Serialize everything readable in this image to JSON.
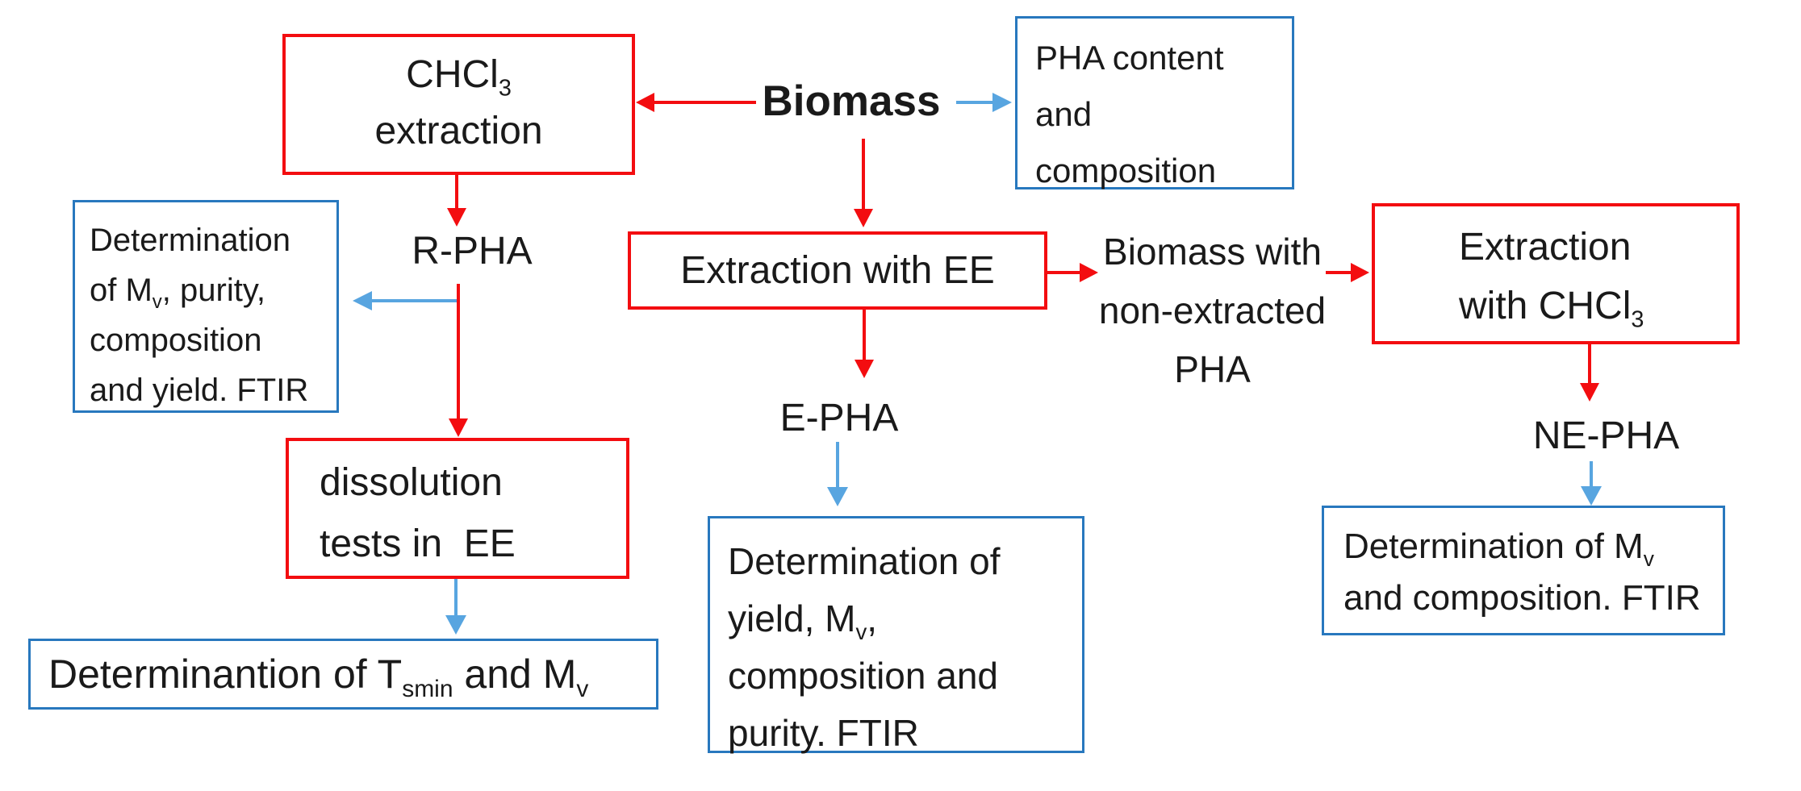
{
  "diagram": {
    "title_hint": "PHA extraction flow diagram",
    "colors": {
      "red": "#f30d10",
      "blue_border": "#2878be",
      "blue_arrow": "#58a5e0",
      "text": "#1a1a1a",
      "background": "#ffffff"
    },
    "labels": {
      "biomass": "Biomass",
      "rpha": "R-PHA",
      "epha": "E-PHA",
      "nepha": "NE-PHA",
      "biomass_ne": {
        "line1": "Biomass with",
        "line2": "non-extracted",
        "line3": "PHA"
      }
    },
    "boxes": {
      "chcl3": {
        "line1": {
          "t": "CHCl",
          "sub": "3"
        },
        "line2": {
          "t": "extraction"
        }
      },
      "pha": {
        "line1": {
          "t": "PHA content"
        },
        "line2": {
          "t": "and"
        },
        "line3": {
          "t": "composition"
        }
      },
      "ee": {
        "line1": {
          "t": "Extraction with EE"
        }
      },
      "det_left": {
        "line1": {
          "t": "Determination"
        },
        "line2": {
          "t": "of M",
          "sub": "v",
          "t2": ", purity,"
        },
        "line3": {
          "t": "composition"
        },
        "line4": {
          "t": "and yield. FTIR"
        }
      },
      "dissolution": {
        "line1": {
          "t": "dissolution"
        },
        "line2": {
          "t": "tests in  EE"
        }
      },
      "det_bottom": {
        "line1": {
          "t": "Determinantion of T",
          "sub": "smin",
          "t2": " and M",
          "sub2": "v"
        }
      },
      "det_center": {
        "line1": {
          "t": "Determination of"
        },
        "line2": {
          "t": "yield, M",
          "sub": "v",
          "t2": ","
        },
        "line3": {
          "t": "composition and"
        },
        "line4": {
          "t": "purity. FTIR"
        }
      },
      "chcl3_ext": {
        "line1": {
          "t": "Extraction"
        },
        "line2": {
          "t": "with CHCl",
          "sub": "3"
        }
      },
      "det_right": {
        "line1": {
          "t": "Determination of M",
          "sub": "v"
        },
        "line2": {
          "t": "and composition. FTIR"
        }
      }
    }
  }
}
